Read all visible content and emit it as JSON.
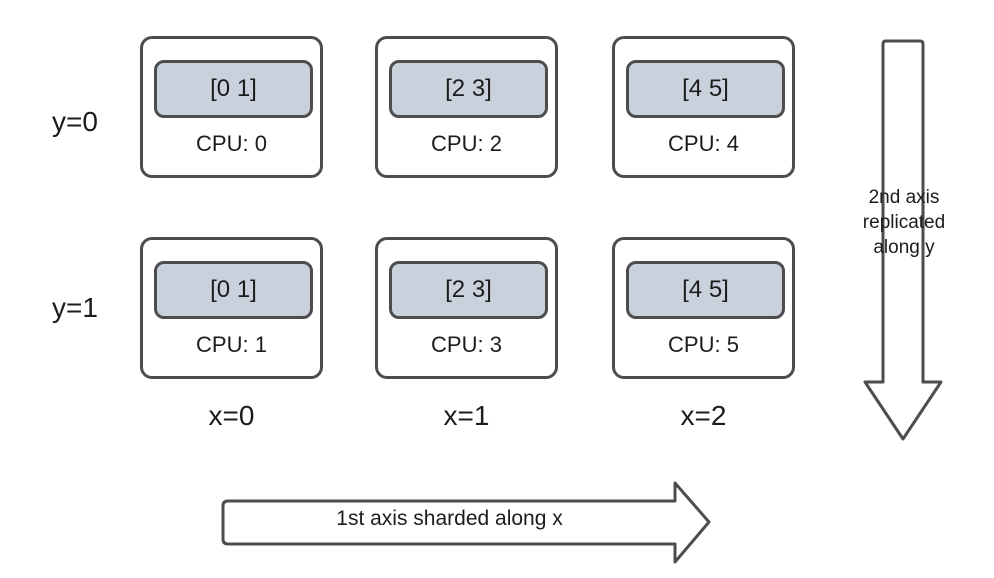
{
  "diagram": {
    "title": "Device mesh sharding diagram",
    "colors": {
      "stroke": "#4d4d4d",
      "card_fill": "#ffffff",
      "shard_fill": "#c9d1dc",
      "text": "#1c1c1c",
      "background": "#ffffff"
    },
    "row_labels": [
      {
        "label": "y=0"
      },
      {
        "label": "y=1"
      }
    ],
    "col_labels": [
      {
        "label": "x=0"
      },
      {
        "label": "x=1"
      },
      {
        "label": "x=2"
      }
    ],
    "cards": [
      {
        "shard": "[0 1]",
        "cpu": "CPU: 0",
        "row": "y=0",
        "col": "x=0"
      },
      {
        "shard": "[2 3]",
        "cpu": "CPU: 2",
        "row": "y=0",
        "col": "x=1"
      },
      {
        "shard": "[4 5]",
        "cpu": "CPU: 4",
        "row": "y=0",
        "col": "x=2"
      },
      {
        "shard": "[0 1]",
        "cpu": "CPU: 1",
        "row": "y=1",
        "col": "x=0"
      },
      {
        "shard": "[2 3]",
        "cpu": "CPU: 3",
        "row": "y=1",
        "col": "x=1"
      },
      {
        "shard": "[4 5]",
        "cpu": "CPU: 5",
        "row": "y=1",
        "col": "x=2"
      }
    ],
    "vertical_arrow": {
      "caption_line1": "2nd axis",
      "caption_line2": "replicated",
      "caption_line3": "along y",
      "direction": "down"
    },
    "horizontal_arrow": {
      "caption": "1st axis sharded along x",
      "direction": "right"
    }
  }
}
